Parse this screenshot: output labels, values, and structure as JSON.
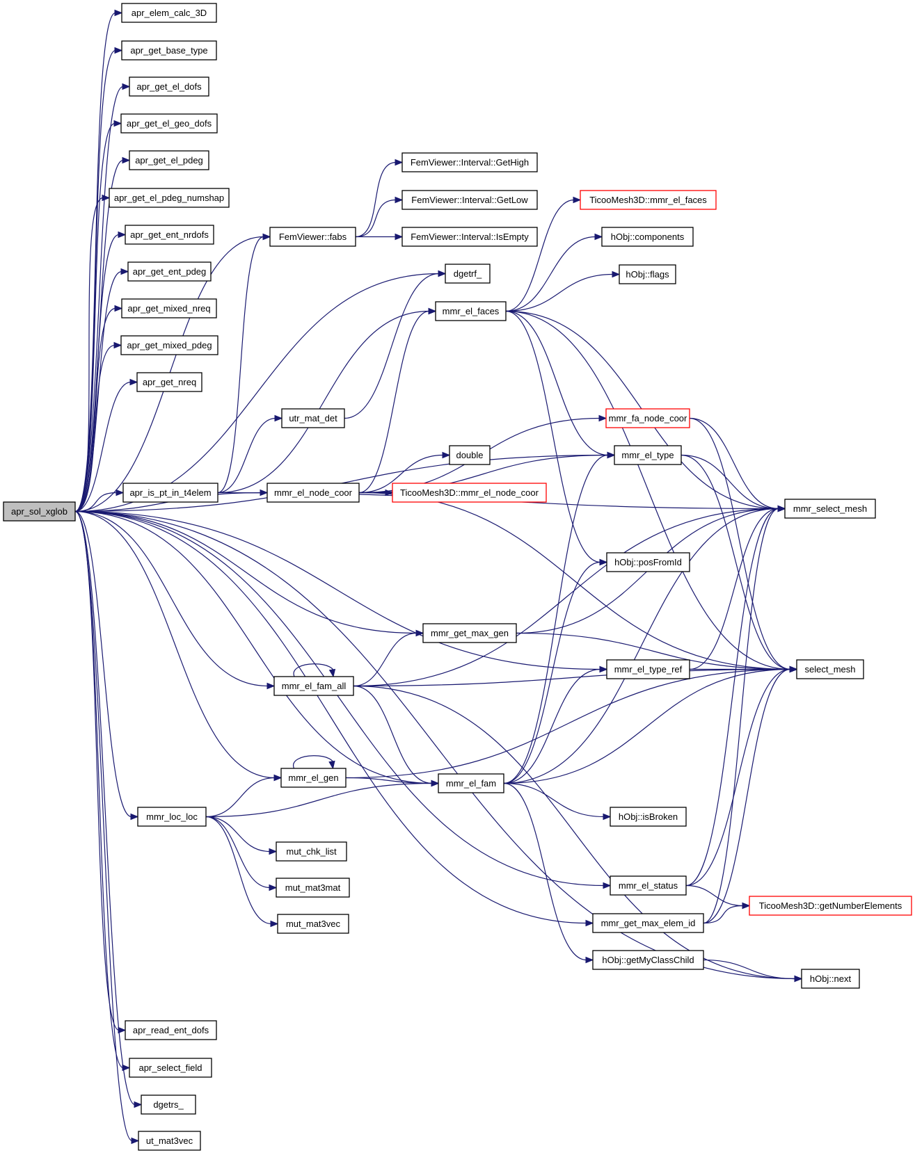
{
  "colors": {
    "edge": "#191970",
    "node_border": "#000000",
    "node_border_truncated": "#ff0000",
    "root_fill": "#bfbfbf",
    "node_fill": "#ffffff"
  },
  "graph": {
    "root": "apr_sol_xglob",
    "nodes": [
      {
        "id": "apr_sol_xglob",
        "label": "apr_sol_xglob",
        "root": true
      },
      {
        "id": "apr_elem_calc_3D",
        "label": "apr_elem_calc_3D"
      },
      {
        "id": "apr_get_base_type",
        "label": "apr_get_base_type"
      },
      {
        "id": "apr_get_el_dofs",
        "label": "apr_get_el_dofs"
      },
      {
        "id": "apr_get_el_geo_dofs",
        "label": "apr_get_el_geo_dofs"
      },
      {
        "id": "apr_get_el_pdeg",
        "label": "apr_get_el_pdeg"
      },
      {
        "id": "apr_get_el_pdeg_numshap",
        "label": "apr_get_el_pdeg_numshap"
      },
      {
        "id": "apr_get_ent_nrdofs",
        "label": "apr_get_ent_nrdofs"
      },
      {
        "id": "apr_get_ent_pdeg",
        "label": "apr_get_ent_pdeg"
      },
      {
        "id": "apr_get_mixed_nreq",
        "label": "apr_get_mixed_nreq"
      },
      {
        "id": "apr_get_mixed_pdeg",
        "label": "apr_get_mixed_pdeg"
      },
      {
        "id": "apr_get_nreq",
        "label": "apr_get_nreq"
      },
      {
        "id": "apr_is_pt_in_t4elem",
        "label": "apr_is_pt_in_t4elem"
      },
      {
        "id": "FemViewer_fabs",
        "label": "FemViewer::fabs"
      },
      {
        "id": "FemViewer_GetHigh",
        "label": "FemViewer::Interval::GetHigh"
      },
      {
        "id": "FemViewer_GetLow",
        "label": "FemViewer::Interval::GetLow"
      },
      {
        "id": "FemViewer_IsEmpty",
        "label": "FemViewer::Interval::IsEmpty"
      },
      {
        "id": "utr_mat_det",
        "label": "utr_mat_det"
      },
      {
        "id": "dgetrf_",
        "label": "dgetrf_"
      },
      {
        "id": "mmr_el_faces",
        "label": "mmr_el_faces"
      },
      {
        "id": "TicooMesh3D_mmr_el_faces",
        "label": "TicooMesh3D::mmr_el_faces",
        "truncated": true
      },
      {
        "id": "hObj_components",
        "label": "hObj::components"
      },
      {
        "id": "hObj_flags",
        "label": "hObj::flags"
      },
      {
        "id": "mmr_fa_node_coor",
        "label": "mmr_fa_node_coor",
        "truncated": true
      },
      {
        "id": "mmr_el_node_coor",
        "label": "mmr_el_node_coor"
      },
      {
        "id": "double",
        "label": "double"
      },
      {
        "id": "TicooMesh3D_mmr_el_node_coor",
        "label": "TicooMesh3D::mmr_el_node_coor",
        "truncated": true
      },
      {
        "id": "mmr_el_type",
        "label": "mmr_el_type"
      },
      {
        "id": "mmr_select_mesh",
        "label": "mmr_select_mesh"
      },
      {
        "id": "hObj_posFromId",
        "label": "hObj::posFromId"
      },
      {
        "id": "mmr_get_max_gen",
        "label": "mmr_get_max_gen"
      },
      {
        "id": "mmr_el_fam_all",
        "label": "mmr_el_fam_all"
      },
      {
        "id": "mmr_el_type_ref",
        "label": "mmr_el_type_ref"
      },
      {
        "id": "select_mesh",
        "label": "select_mesh"
      },
      {
        "id": "mmr_el_gen",
        "label": "mmr_el_gen"
      },
      {
        "id": "mmr_el_fam",
        "label": "mmr_el_fam"
      },
      {
        "id": "hObj_isBroken",
        "label": "hObj::isBroken"
      },
      {
        "id": "mmr_loc_loc",
        "label": "mmr_loc_loc"
      },
      {
        "id": "mut_chk_list",
        "label": "mut_chk_list"
      },
      {
        "id": "mut_mat3mat",
        "label": "mut_mat3mat"
      },
      {
        "id": "mut_mat3vec",
        "label": "mut_mat3vec"
      },
      {
        "id": "mmr_el_status",
        "label": "mmr_el_status"
      },
      {
        "id": "TicooMesh3D_getNumberElements",
        "label": "TicooMesh3D::getNumberElements",
        "truncated": true
      },
      {
        "id": "mmr_get_max_elem_id",
        "label": "mmr_get_max_elem_id"
      },
      {
        "id": "hObj_getMyClassChild",
        "label": "hObj::getMyClassChild"
      },
      {
        "id": "hObj_next",
        "label": "hObj::next"
      },
      {
        "id": "apr_read_ent_dofs",
        "label": "apr_read_ent_dofs"
      },
      {
        "id": "apr_select_field",
        "label": "apr_select_field"
      },
      {
        "id": "dgetrs_",
        "label": "dgetrs_"
      },
      {
        "id": "ut_mat3vec",
        "label": "ut_mat3vec"
      }
    ],
    "edges": [
      [
        "apr_sol_xglob",
        "apr_elem_calc_3D"
      ],
      [
        "apr_sol_xglob",
        "apr_get_base_type"
      ],
      [
        "apr_sol_xglob",
        "apr_get_el_dofs"
      ],
      [
        "apr_sol_xglob",
        "apr_get_el_geo_dofs"
      ],
      [
        "apr_sol_xglob",
        "apr_get_el_pdeg"
      ],
      [
        "apr_sol_xglob",
        "apr_get_el_pdeg_numshap"
      ],
      [
        "apr_sol_xglob",
        "apr_get_ent_nrdofs"
      ],
      [
        "apr_sol_xglob",
        "apr_get_ent_pdeg"
      ],
      [
        "apr_sol_xglob",
        "apr_get_mixed_nreq"
      ],
      [
        "apr_sol_xglob",
        "apr_get_mixed_pdeg"
      ],
      [
        "apr_sol_xglob",
        "apr_get_nreq"
      ],
      [
        "apr_sol_xglob",
        "FemViewer_fabs"
      ],
      [
        "apr_sol_xglob",
        "dgetrf_"
      ],
      [
        "apr_sol_xglob",
        "apr_is_pt_in_t4elem"
      ],
      [
        "apr_sol_xglob",
        "mmr_el_node_coor"
      ],
      [
        "apr_sol_xglob",
        "mmr_el_type"
      ],
      [
        "apr_sol_xglob",
        "mmr_get_max_gen"
      ],
      [
        "apr_sol_xglob",
        "mmr_el_type_ref"
      ],
      [
        "apr_sol_xglob",
        "mmr_el_fam_all"
      ],
      [
        "apr_sol_xglob",
        "mmr_el_fam"
      ],
      [
        "apr_sol_xglob",
        "mmr_el_gen"
      ],
      [
        "apr_sol_xglob",
        "mmr_loc_loc"
      ],
      [
        "apr_sol_xglob",
        "mmr_el_status"
      ],
      [
        "apr_sol_xglob",
        "mmr_get_max_elem_id"
      ],
      [
        "apr_sol_xglob",
        "hObj_next"
      ],
      [
        "apr_sol_xglob",
        "apr_read_ent_dofs"
      ],
      [
        "apr_sol_xglob",
        "apr_select_field"
      ],
      [
        "apr_sol_xglob",
        "dgetrs_"
      ],
      [
        "apr_sol_xglob",
        "ut_mat3vec"
      ],
      [
        "apr_is_pt_in_t4elem",
        "FemViewer_fabs"
      ],
      [
        "apr_is_pt_in_t4elem",
        "utr_mat_det"
      ],
      [
        "apr_is_pt_in_t4elem",
        "mmr_el_faces"
      ],
      [
        "apr_is_pt_in_t4elem",
        "mmr_select_mesh"
      ],
      [
        "FemViewer_fabs",
        "FemViewer_GetHigh"
      ],
      [
        "FemViewer_fabs",
        "FemViewer_GetLow"
      ],
      [
        "FemViewer_fabs",
        "FemViewer_IsEmpty"
      ],
      [
        "utr_mat_det",
        "dgetrf_"
      ],
      [
        "mmr_el_faces",
        "TicooMesh3D_mmr_el_faces"
      ],
      [
        "mmr_el_faces",
        "hObj_components"
      ],
      [
        "mmr_el_faces",
        "hObj_flags"
      ],
      [
        "mmr_el_faces",
        "mmr_el_type"
      ],
      [
        "mmr_el_faces",
        "mmr_select_mesh"
      ],
      [
        "mmr_el_faces",
        "hObj_posFromId"
      ],
      [
        "mmr_el_faces",
        "select_mesh"
      ],
      [
        "mmr_el_node_coor",
        "mmr_el_faces"
      ],
      [
        "mmr_el_node_coor",
        "mmr_fa_node_coor"
      ],
      [
        "mmr_el_node_coor",
        "mmr_el_type"
      ],
      [
        "mmr_el_node_coor",
        "double"
      ],
      [
        "mmr_el_node_coor",
        "TicooMesh3D_mmr_el_node_coor"
      ],
      [
        "mmr_el_node_coor",
        "select_mesh"
      ],
      [
        "mmr_fa_node_coor",
        "mmr_select_mesh"
      ],
      [
        "mmr_fa_node_coor",
        "select_mesh"
      ],
      [
        "mmr_el_type",
        "mmr_select_mesh"
      ],
      [
        "mmr_el_type",
        "select_mesh"
      ],
      [
        "mmr_get_max_gen",
        "mmr_select_mesh"
      ],
      [
        "mmr_get_max_gen",
        "select_mesh"
      ],
      [
        "mmr_el_fam_all",
        "mmr_el_fam_all"
      ],
      [
        "mmr_el_fam_all",
        "mmr_get_max_gen"
      ],
      [
        "mmr_el_fam_all",
        "mmr_select_mesh"
      ],
      [
        "mmr_el_fam_all",
        "select_mesh"
      ],
      [
        "mmr_el_fam_all",
        "mmr_el_fam"
      ],
      [
        "mmr_el_fam_all",
        "hObj_next"
      ],
      [
        "mmr_el_type_ref",
        "mmr_select_mesh"
      ],
      [
        "mmr_el_type_ref",
        "select_mesh"
      ],
      [
        "mmr_el_gen",
        "mmr_el_gen"
      ],
      [
        "mmr_el_gen",
        "mmr_el_fam"
      ],
      [
        "mmr_el_gen",
        "select_mesh"
      ],
      [
        "mmr_el_fam",
        "mmr_el_type"
      ],
      [
        "mmr_el_fam",
        "hObj_posFromId"
      ],
      [
        "mmr_el_fam",
        "mmr_el_type_ref"
      ],
      [
        "mmr_el_fam",
        "mmr_select_mesh"
      ],
      [
        "mmr_el_fam",
        "select_mesh"
      ],
      [
        "mmr_el_fam",
        "hObj_isBroken"
      ],
      [
        "mmr_el_fam",
        "hObj_getMyClassChild"
      ],
      [
        "mmr_loc_loc",
        "mmr_el_gen"
      ],
      [
        "mmr_loc_loc",
        "mmr_el_fam"
      ],
      [
        "mmr_loc_loc",
        "mut_chk_list"
      ],
      [
        "mmr_loc_loc",
        "mut_mat3mat"
      ],
      [
        "mmr_loc_loc",
        "mut_mat3vec"
      ],
      [
        "mmr_el_status",
        "mmr_select_mesh"
      ],
      [
        "mmr_el_status",
        "select_mesh"
      ],
      [
        "mmr_el_status",
        "TicooMesh3D_getNumberElements"
      ],
      [
        "mmr_get_max_elem_id",
        "mmr_select_mesh"
      ],
      [
        "mmr_get_max_elem_id",
        "select_mesh"
      ],
      [
        "mmr_get_max_elem_id",
        "TicooMesh3D_getNumberElements"
      ],
      [
        "hObj_getMyClassChild",
        "hObj_next"
      ]
    ]
  }
}
